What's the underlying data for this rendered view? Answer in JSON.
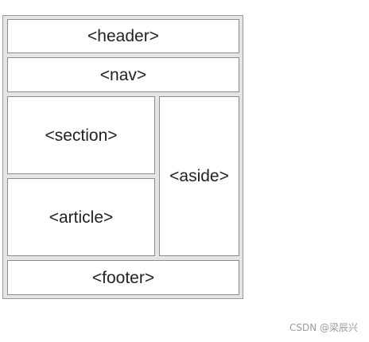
{
  "diagram": {
    "header": "<header>",
    "nav": "<nav>",
    "section": "<section>",
    "article": "<article>",
    "aside": "<aside>",
    "footer": "<footer>"
  },
  "watermark": "CSDN @梁辰兴",
  "colors": {
    "background": "#ffffff",
    "frame": "#e5e5e5",
    "box_border": "#8c8c8c",
    "text": "#222222",
    "watermark": "#9b9b9b"
  }
}
